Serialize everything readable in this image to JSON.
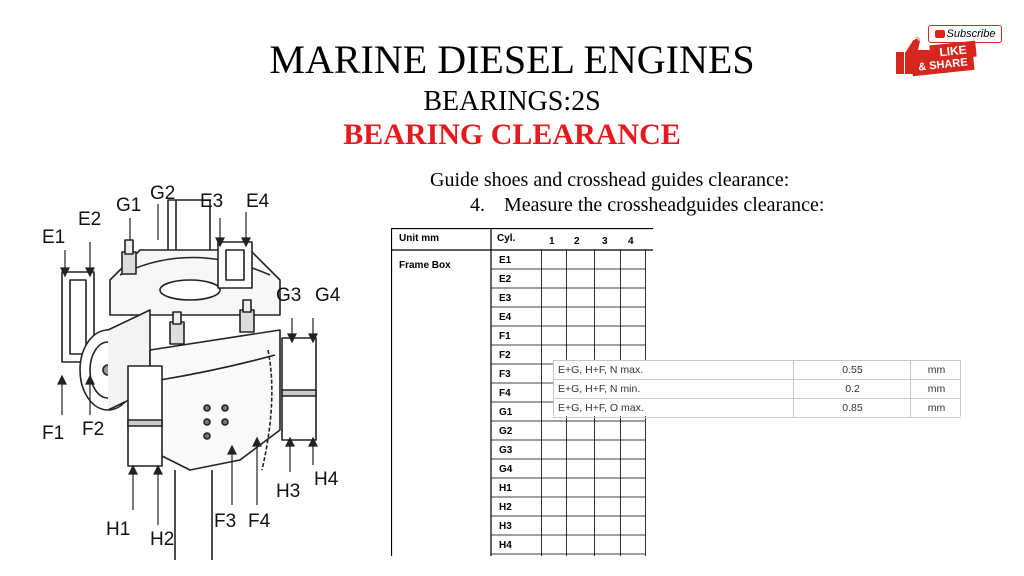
{
  "header": {
    "title": "MARINE DIESEL ENGINES",
    "subtitle": "BEARINGS:2S",
    "headline": "BEARING CLEARANCE",
    "headline_color": "#e8191e"
  },
  "badge": {
    "subscribe": "Subscribe",
    "like": "LIKE",
    "share": "& SHARE",
    "color": "#d7261e"
  },
  "instructions": {
    "intro": "Guide shoes and crosshead guides clearance:",
    "step_number": "4.",
    "step_text": "Measure the crossheadguides clearance:"
  },
  "diagram_labels": {
    "E1": "E1",
    "E2": "E2",
    "E3": "E3",
    "E4": "E4",
    "F1": "F1",
    "F2": "F2",
    "F3": "F3",
    "F4": "F4",
    "G1": "G1",
    "G2": "G2",
    "G3": "G3",
    "G4": "G4",
    "H1": "H1",
    "H2": "H2",
    "H3": "H3",
    "H4": "H4"
  },
  "measurement_table": {
    "unit_header": "Unit mm",
    "cyl_header": "Cyl.",
    "cylinders": [
      "1",
      "2",
      "3",
      "4"
    ],
    "row_group": "Frame Box",
    "rows": [
      "E1",
      "E2",
      "E3",
      "E4",
      "F1",
      "F2",
      "F3",
      "F4",
      "G1",
      "G2",
      "G3",
      "G4",
      "H1",
      "H2",
      "H3",
      "H4"
    ]
  },
  "limits_table": {
    "rows": [
      {
        "label": "E+G, H+F, N max.",
        "value": "0.55",
        "unit": "mm"
      },
      {
        "label": "E+G, H+F, N min.",
        "value": "0.2",
        "unit": "mm"
      },
      {
        "label": "E+G, H+F, O max.",
        "value": "0.85",
        "unit": "mm"
      }
    ]
  }
}
